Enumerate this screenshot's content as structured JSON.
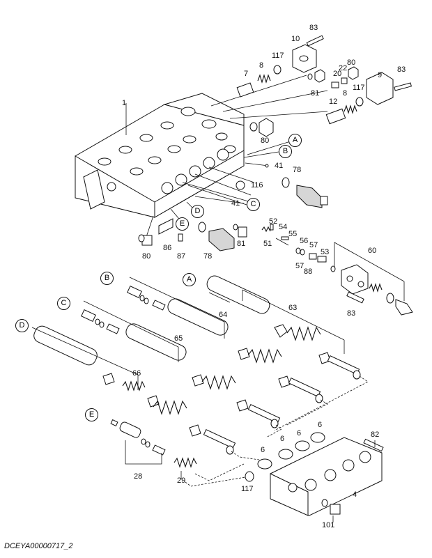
{
  "diagram": {
    "drawing_code": "DCEYA00000717_2",
    "part_numbers": {
      "housing": "1",
      "end_housing": "4",
      "cap_right": "9",
      "cap_top": "10",
      "plunger_small": "7",
      "plunger_right": "12",
      "spring_small": "8",
      "fitting_20": "20",
      "fitting_22": "22",
      "sleeve_28": "28",
      "spring_29": "29",
      "relief_51": "51",
      "relief_52": "52",
      "relief_53": "53",
      "relief_54": "54",
      "relief_55": "55",
      "relief_56": "56",
      "relief_57": "57",
      "valve_60": "60",
      "spool_63": "63",
      "spool_64": "64",
      "spool_65": "65",
      "spool_66": "66",
      "relief_78": "78",
      "plug_80": "80",
      "bolt_81": "81",
      "bolt_82": "82",
      "bolt_83": "83",
      "plug_86": "86",
      "plug_87": "87",
      "plug_88": "88",
      "bolt_101": "101",
      "oring_116": "116",
      "oring_117": "117",
      "oring_6": "6",
      "oring_41": "41"
    },
    "callouts": {
      "A": "A",
      "B": "B",
      "C": "C",
      "D": "D",
      "E": "E"
    }
  }
}
